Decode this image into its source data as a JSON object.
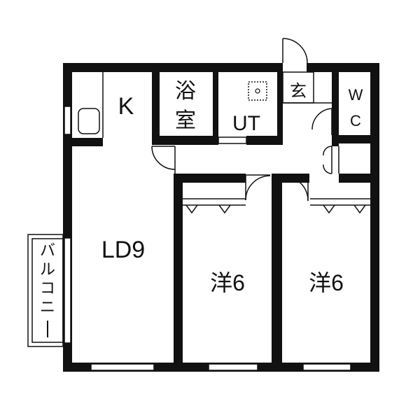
{
  "rooms": {
    "kitchen": "K",
    "bath_line1": "浴",
    "bath_line2": "室",
    "utility": "UT",
    "entrance": "玄",
    "wc_line1": "W",
    "wc_line2": "C",
    "living_dining": "LD9",
    "western_room_a": "洋6",
    "western_room_b": "洋6"
  },
  "balcony": [
    "バ",
    "ル",
    "コ",
    "ニ",
    "ー"
  ],
  "colors": {
    "wall": "#111111",
    "line": "#111111",
    "background": "#ffffff"
  }
}
